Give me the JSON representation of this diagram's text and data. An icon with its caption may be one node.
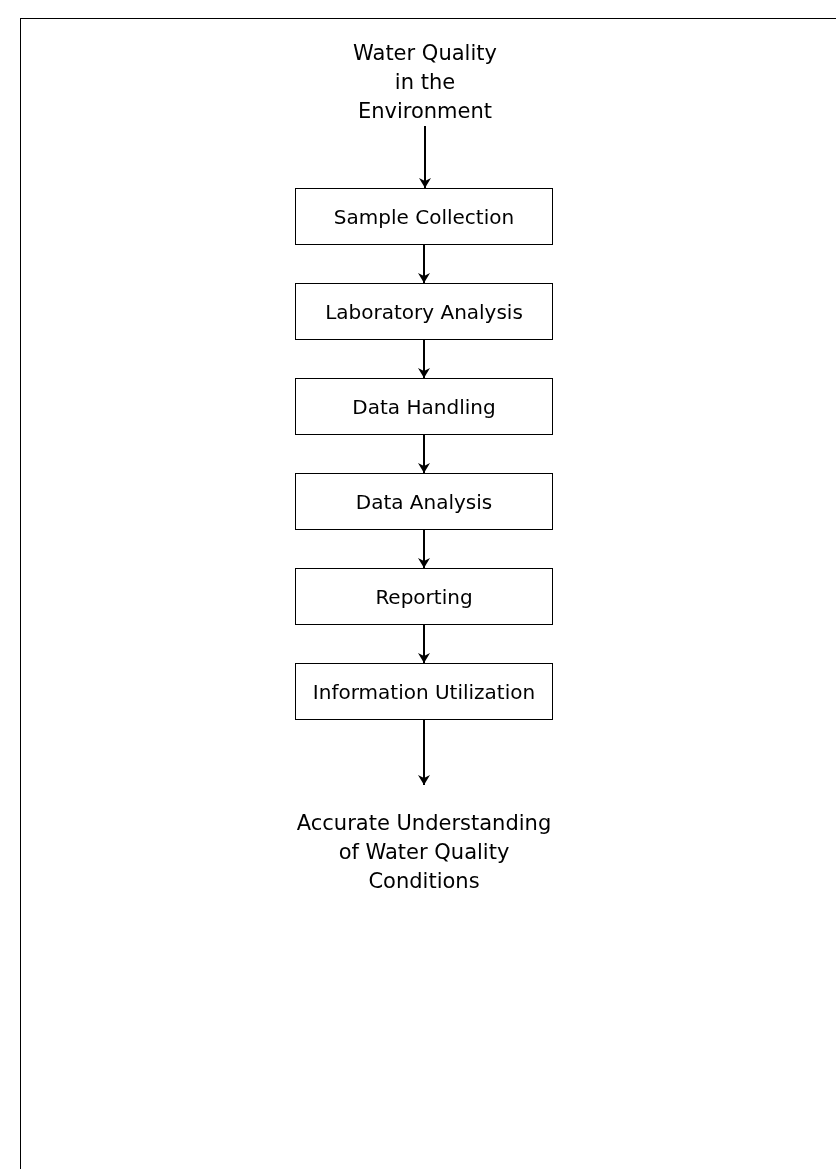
{
  "diagram": {
    "nodes": [
      {
        "text": [
          "Water Quality in the Environment"
        ]
      },
      {
        "text": [
          "Sample Collection"
        ]
      },
      {
        "text": [
          "Laboratory Analysis"
        ]
      },
      {
        "text": [
          "Data Handling"
        ]
      },
      {
        "text": [
          "Data Analysis"
        ]
      },
      {
        "text": [
          "Reporting"
        ]
      },
      {
        "text": [
          "Information Utilization"
        ]
      },
      {
        "text": [
          "Accurate Understanding of Water Quality Conditions"
        ]
      }
    ],
    "edges": [
      {
        "from": 0,
        "to": 1,
        "arrow": "to"
      },
      {
        "from": 1,
        "to": 2,
        "arrow": "to"
      },
      {
        "from": 2,
        "to": 3,
        "arrow": "to"
      },
      {
        "from": 3,
        "to": 4,
        "arrow": "to"
      },
      {
        "from": 4,
        "to": 5,
        "arrow": "to"
      },
      {
        "from": 5,
        "to": 6,
        "arrow": "to"
      },
      {
        "from": 6,
        "to": 7,
        "arrow": "to"
      }
    ]
  }
}
